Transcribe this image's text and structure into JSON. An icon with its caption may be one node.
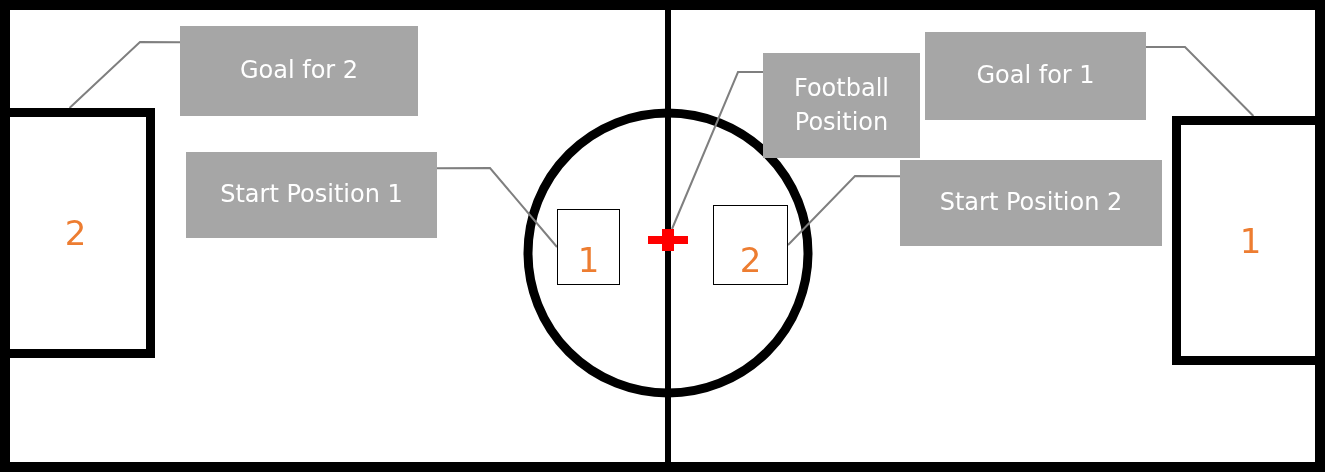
{
  "diagram": {
    "nodes": [
      {
        "text": [
          "Goal for 2"
        ]
      },
      {
        "text": [
          "2"
        ]
      },
      {
        "text": [
          "Start Position 1"
        ]
      },
      {
        "text": [
          "1"
        ]
      },
      {
        "text": [
          "Football Position"
        ]
      },
      {
        "text": [],
        "shape": "cross"
      },
      {
        "text": [
          "Goal for 1"
        ]
      },
      {
        "text": [
          "1"
        ]
      },
      {
        "text": [
          "Start Position 2"
        ]
      },
      {
        "text": [
          "2"
        ]
      }
    ],
    "edges": [
      {
        "from": 0,
        "to": 1,
        "arrow": "none"
      },
      {
        "from": 2,
        "to": 3,
        "arrow": "none"
      },
      {
        "from": 4,
        "to": 5,
        "arrow": "none"
      },
      {
        "from": 6,
        "to": 7,
        "arrow": "none"
      },
      {
        "from": 8,
        "to": 9,
        "arrow": "none"
      }
    ]
  }
}
